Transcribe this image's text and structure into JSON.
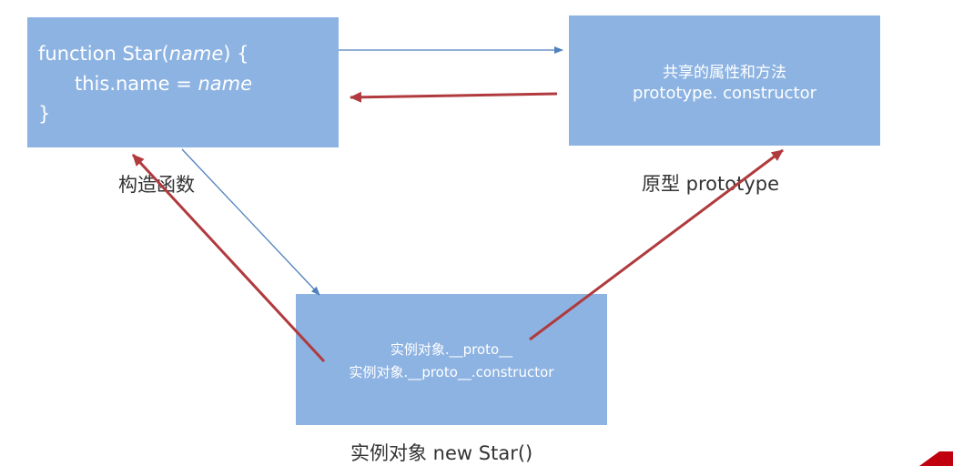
{
  "constructor_box": {
    "line1_prefix": "function Star(",
    "line1_param": "name",
    "line1_suffix": ") {",
    "line2_prefix": "this.name = ",
    "line2_param": "name",
    "line3": "}"
  },
  "prototype_box": {
    "line1": "共享的属性和方法",
    "line2": "prototype. constructor"
  },
  "instance_box": {
    "line1": "实例对象.__proto__",
    "line2": "实例对象.__proto__.constructor"
  },
  "captions": {
    "constructor": "构造函数",
    "prototype": "原型 prototype",
    "instance": "实例对象 new Star()"
  },
  "colors": {
    "box_fill": "#8db3e2",
    "blue_arrow": "#4f81bd",
    "red_arrow": "#b03a3e",
    "corner_mark": "#c0000f"
  }
}
